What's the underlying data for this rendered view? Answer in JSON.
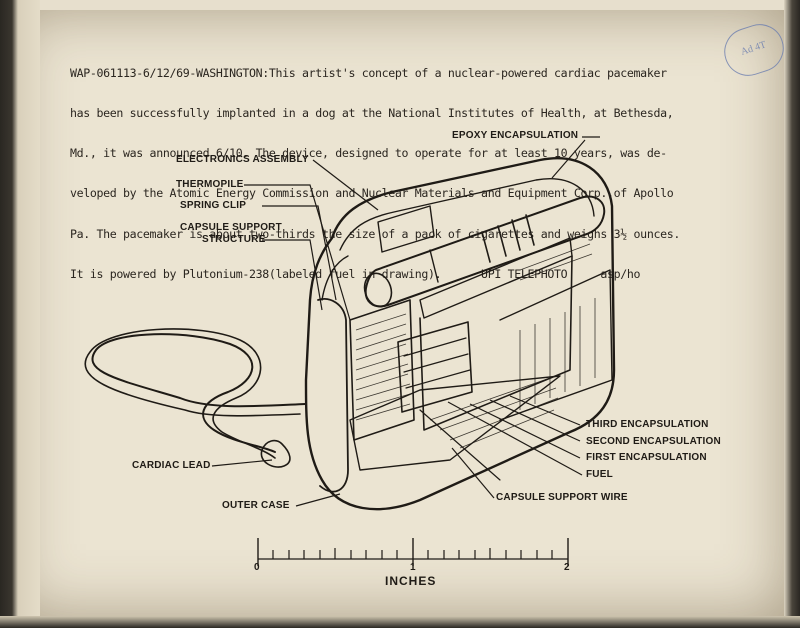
{
  "caption": {
    "lines": [
      "WAP-061113-6/12/69-WASHINGTON:This artist's concept of a nuclear-powered cardiac pacemaker",
      "has been successfully implanted in a dog at the National Institutes of Health, at Bethesda,",
      "Md., it was announced 6/10. The device, designed to operate for at least 10 years, was de-",
      "veloped by the Atomic Energy Commission and Nuclear Materials and Equipment Corp.,of Apollo",
      "Pa. The pacemaker is about two-thirds the size of a pack of cigarettes and weighs 3½ ounces.",
      "It is powered by Plutonium-238(labeled fuel in drawing).      UPI TELEPHOTO     asp/ho"
    ]
  },
  "labels": {
    "epoxy": "EPOXY ENCAPSULATION",
    "electronics": "ELECTRONICS ASSEMBLY",
    "thermopile": "THERMOPILE",
    "spring_clip": "SPRING CLIP",
    "capsule_support_1": "CAPSULE SUPPORT",
    "capsule_support_2": "STRUCTURE",
    "third": "THIRD ENCAPSULATION",
    "second": "SECOND ENCAPSULATION",
    "first": "FIRST ENCAPSULATION",
    "fuel": "FUEL",
    "capsule_wire": "CAPSULE SUPPORT WIRE",
    "cardiac_lead": "CARDIAC LEAD",
    "outer_case": "OUTER CASE"
  },
  "scale": {
    "tick_0": "0",
    "tick_1": "1",
    "tick_2": "2",
    "unit": "INCHES"
  },
  "stamp": "Ad 4T",
  "colors": {
    "paper": "#ebe4d2",
    "ink": "#1f1b16",
    "stamp": "#6d7fb0"
  }
}
